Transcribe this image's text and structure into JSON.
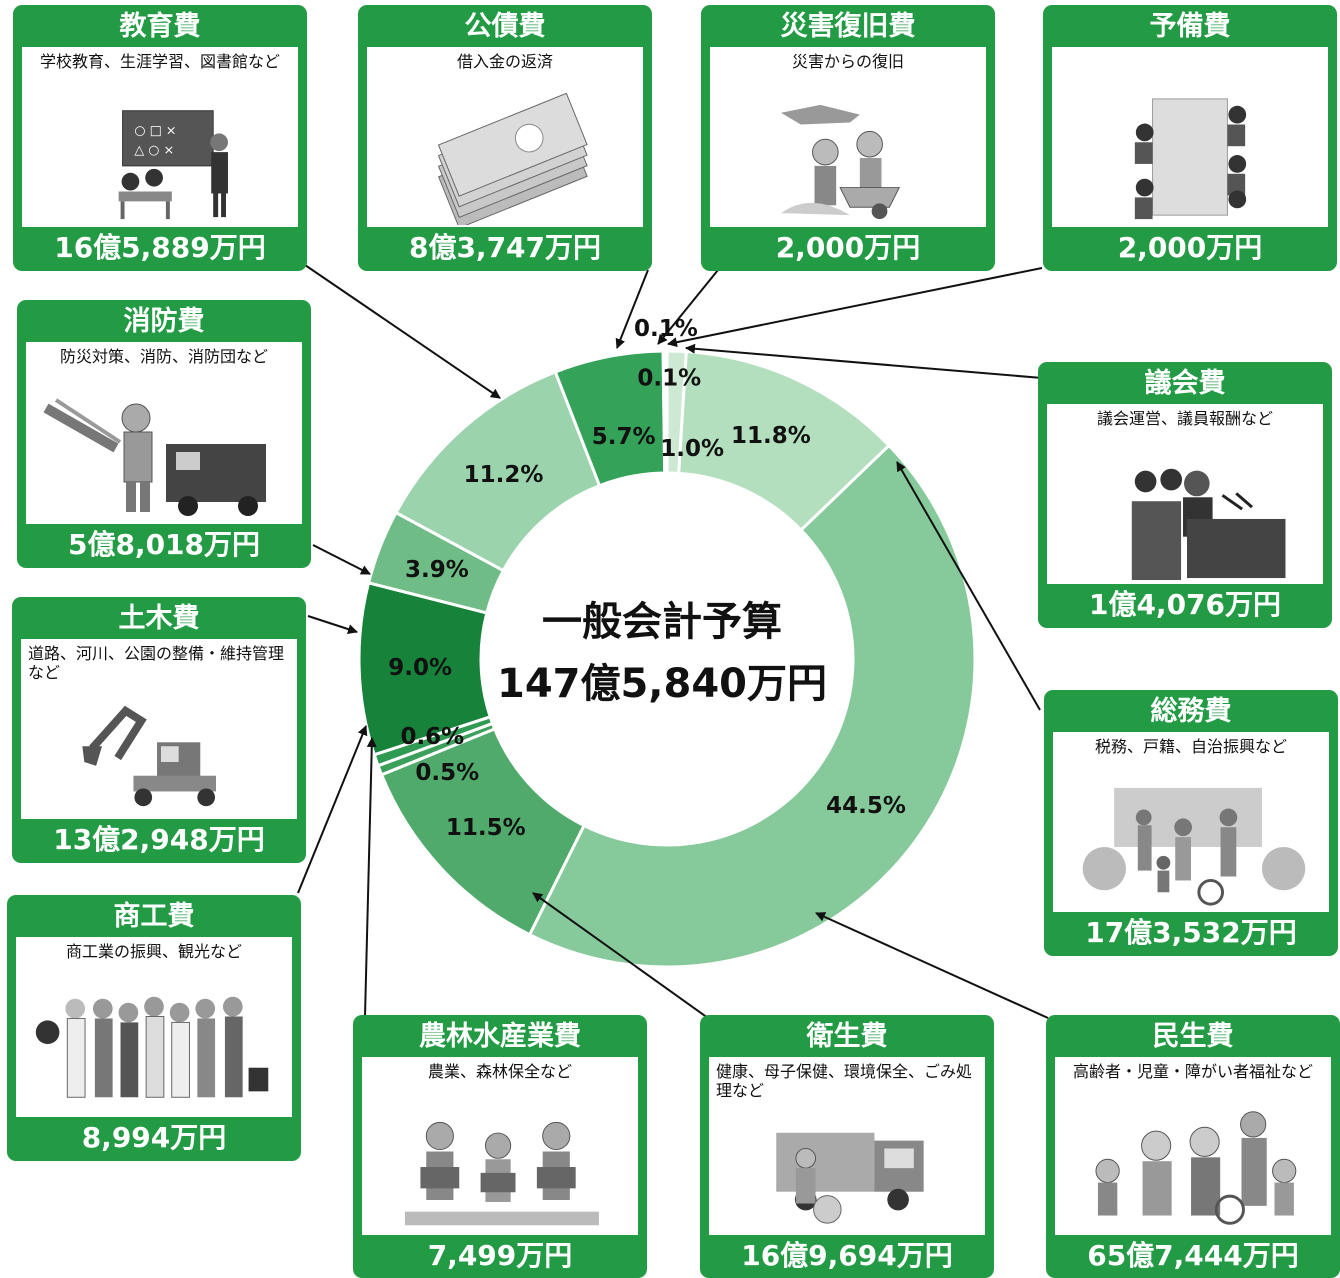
{
  "chart_data": {
    "type": "pie",
    "title": "一般会計予算",
    "total_label": "147億5,840万円",
    "slices": [
      {
        "name": "議会費",
        "percent": 1.0,
        "percent_label": "1.0%",
        "amount": "1億4,076万円",
        "description": "議会運営、議員報酬など",
        "color": "#cde9d3"
      },
      {
        "name": "総務費",
        "percent": 11.8,
        "percent_label": "11.8%",
        "amount": "17億3,532万円",
        "description": "税務、戸籍、自治振興など",
        "color": "#b3dfbe"
      },
      {
        "name": "民生費",
        "percent": 44.5,
        "percent_label": "44.5%",
        "amount": "65億7,444万円",
        "description": "高齢者・児童・障がい者福祉など",
        "color": "#86c99b"
      },
      {
        "name": "衛生費",
        "percent": 11.5,
        "percent_label": "11.5%",
        "amount": "16億9,694万円",
        "description": "健康、母子保健、環境保全、ごみ処理など",
        "color": "#4faa6b"
      },
      {
        "name": "農林水産業費",
        "percent": 0.5,
        "percent_label": "0.5%",
        "amount": "7,499万円",
        "description": "農業、森林保全など",
        "color": "#3aa05a"
      },
      {
        "name": "商工費",
        "percent": 0.6,
        "percent_label": "0.6%",
        "amount": "8,994万円",
        "description": "商工業の振興、観光など",
        "color": "#2f9a52"
      },
      {
        "name": "土木費",
        "percent": 9.0,
        "percent_label": "9.0%",
        "amount": "13億2,948万円",
        "description": "道路、河川、公園の整備・維持管理など",
        "color": "#16823a"
      },
      {
        "name": "消防費",
        "percent": 3.9,
        "percent_label": "3.9%",
        "amount": "5億8,018万円",
        "description": "防災対策、消防、消防団など",
        "color": "#6fbc86"
      },
      {
        "name": "教育費",
        "percent": 11.2,
        "percent_label": "11.2%",
        "amount": "16億5,889万円",
        "description": "学校教育、生涯学習、図書館など",
        "color": "#9bd3ad"
      },
      {
        "name": "公債費",
        "percent": 5.7,
        "percent_label": "5.7%",
        "amount": "8億3,747万円",
        "description": "借入金の返済",
        "color": "#34a259"
      },
      {
        "name": "災害復旧費",
        "percent": 0.1,
        "percent_label": "0.1%",
        "amount": "2,000万円",
        "description": "災害からの復旧",
        "color": "#dbeee0"
      },
      {
        "name": "予備費",
        "percent": 0.1,
        "percent_label": "0.1%",
        "amount": "2,000万円",
        "description": "",
        "color": "#e6f3e9"
      }
    ]
  },
  "colors": {
    "card_green": "#239b45",
    "text_dark": "#111111",
    "white": "#ffffff"
  },
  "icons": {
    "教育費": "classroom-illustration",
    "公債費": "banknotes-illustration",
    "災害復旧費": "disaster-recovery-illustration",
    "予備費": "meeting-illustration",
    "消防費": "firefighter-illustration",
    "議会費": "assembly-illustration",
    "土木費": "excavator-illustration",
    "総務費": "community-illustration",
    "商工費": "workers-illustration",
    "農林水産業費": "farmers-illustration",
    "衛生費": "garbage-truck-illustration",
    "民生費": "welfare-illustration"
  }
}
